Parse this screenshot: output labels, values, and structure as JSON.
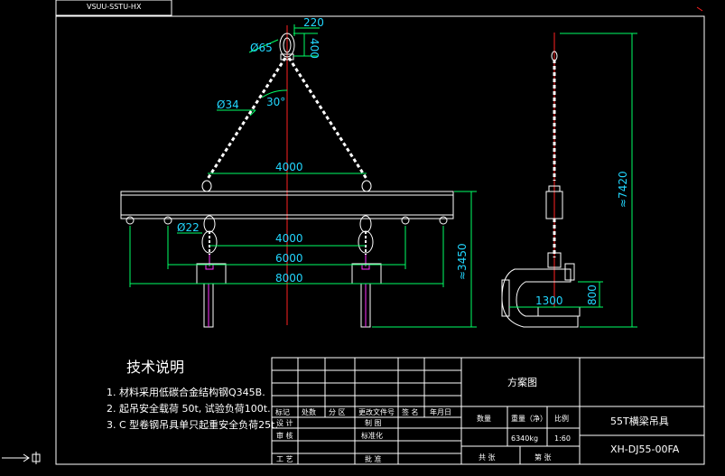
{
  "header": {
    "drawing_tab": "VSUU-SSTU-HX"
  },
  "dims": {
    "w220": "220",
    "h400": "400",
    "d65": "Ø65",
    "d34": "Ø34",
    "a30": "30°",
    "l4000_top": "4000",
    "d22": "Ø22",
    "l4000_mid": "4000",
    "l6000": "6000",
    "l8000": "8000",
    "h3450": "≈3450",
    "h7420": "≈7420",
    "w1300": "1300",
    "h800": "800"
  },
  "notes": {
    "title": "技术说明",
    "items": [
      "1. 材料采用低碳合金结构钢Q345B.",
      "2. 起吊安全载荷 50t, 试验负荷100t.",
      "3. C 型卷钢吊具单只起重安全负荷25t."
    ]
  },
  "title_block": {
    "scheme": "方案图",
    "col_qty": "数量",
    "col_weight": "重量（净）",
    "col_scale": "比例",
    "weight": "6340kg",
    "scale": "1:60",
    "product": "55T横梁吊具",
    "drawing_no": "XH-DJ55-00FA",
    "sheets_total": "共 张",
    "sheet_no": "第 张",
    "rev_headers": [
      "标记",
      "处数",
      "分 区",
      "更改文件号",
      "签 名",
      "年月日"
    ],
    "role_design": "设 计",
    "role_check": "审 核",
    "role_craft": "工 艺",
    "role_draw": "制 图",
    "role_std": "标准化",
    "role_approve": "批 准"
  }
}
